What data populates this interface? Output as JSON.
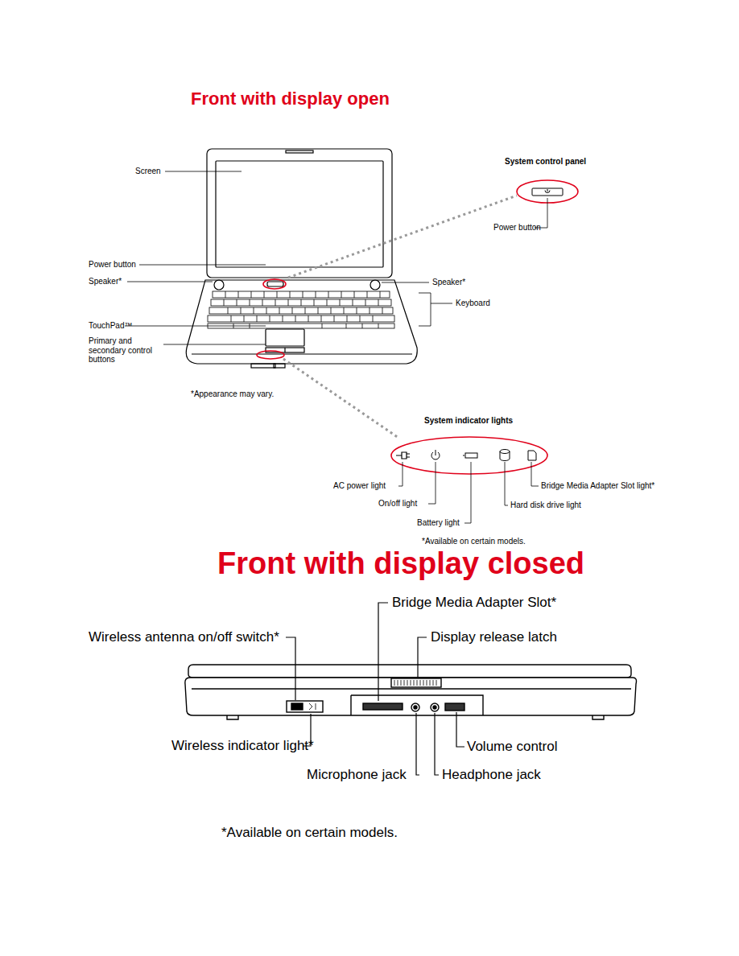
{
  "diagram": {
    "title": "Front with display open",
    "labels": [
      "System control panel",
      "Screen",
      "Power button",
      "Power button",
      "Speaker*",
      "Speaker*",
      "Keyboard",
      "TouchPad™",
      "Primary and secondary control buttons",
      "*Appearance may vary.",
      "System indicator lights",
      "AC power light",
      "Bridge Media Adapter Slot light*",
      "On/off light",
      "Hard disk drive light",
      "Battery light",
      "*Available on certain models.",
      "Front with display closed",
      "Bridge Media Adapter Slot*",
      "Wireless antenna on/off switch*",
      "Display release latch",
      "Wireless indicator light*",
      "Volume control",
      "Microphone jack",
      "Headphone jack",
      "*Available on certain models."
    ]
  }
}
